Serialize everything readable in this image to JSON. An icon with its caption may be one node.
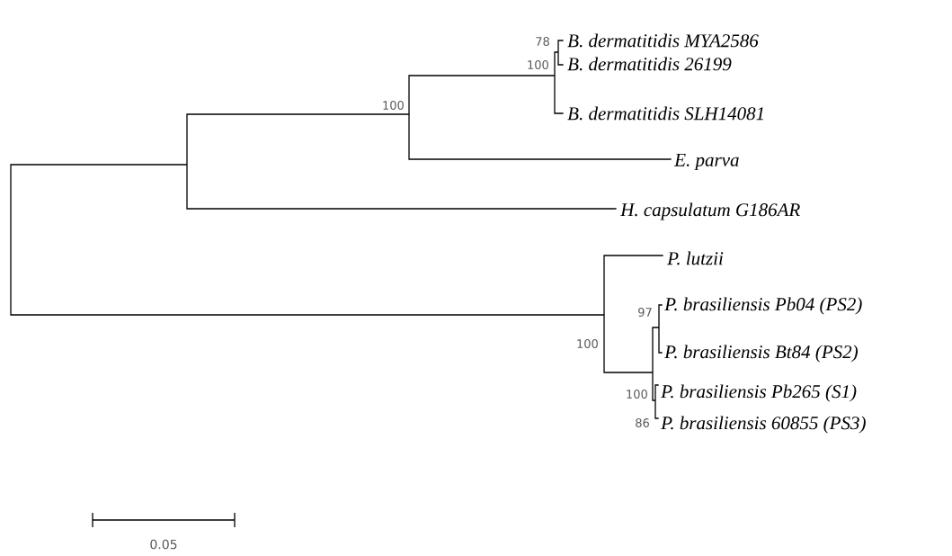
{
  "diagram": {
    "labels": [
      "78",
      "B. dermatitidis MYA2586",
      "100",
      "B. dermatitidis 26199",
      "100",
      "B. dermatitidis SLH14081",
      "E. parva",
      "H. capsulatum G186AR",
      "P. lutzii",
      "97",
      "P. brasiliensis Pb04 (PS2)",
      "100",
      "P. brasiliensis Bt84 (PS2)",
      "100",
      "P. brasiliensis Pb265 (S1)",
      "86",
      "P. brasiliensis 60855 (PS3)",
      "0.05"
    ]
  }
}
